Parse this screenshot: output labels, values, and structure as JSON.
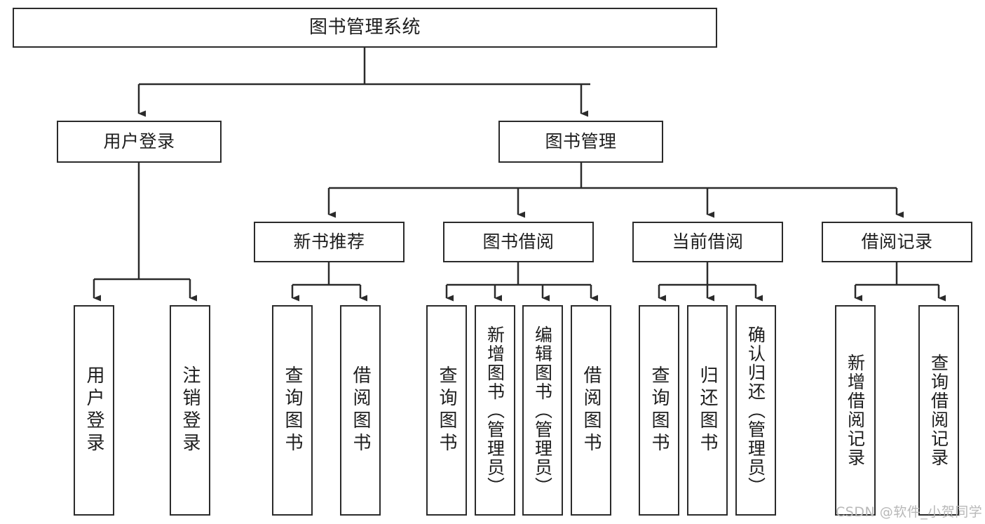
{
  "diagram": {
    "title": "图书管理系统",
    "watermark": "CSDN @软件_小贺同学",
    "colors": {
      "stroke": "#2b2b2b",
      "fill": "#ffffff",
      "text": "#1d1d1d",
      "watermark": "#b8b8b8"
    },
    "root": {
      "label": "图书管理系统"
    },
    "level1": [
      {
        "label": "用户登录"
      },
      {
        "label": "图书管理"
      }
    ],
    "level2": [
      {
        "label": "新书推荐"
      },
      {
        "label": "图书借阅"
      },
      {
        "label": "当前借阅"
      },
      {
        "label": "借阅记录"
      }
    ],
    "leaves": [
      {
        "label": "用户登录",
        "parent": "用户登录"
      },
      {
        "label": "注销登录",
        "parent": "用户登录"
      },
      {
        "label": "查询图书",
        "parent": "新书推荐"
      },
      {
        "label": "借阅图书",
        "parent": "新书推荐"
      },
      {
        "label": "查询图书",
        "parent": "图书借阅"
      },
      {
        "label": "新增图书（管理员）",
        "parent": "图书借阅"
      },
      {
        "label": "编辑图书（管理员）",
        "parent": "图书借阅"
      },
      {
        "label": "借阅图书",
        "parent": "图书借阅"
      },
      {
        "label": "查询图书",
        "parent": "当前借阅"
      },
      {
        "label": "归还图书",
        "parent": "当前借阅"
      },
      {
        "label": "确认归还（管理员）",
        "parent": "当前借阅"
      },
      {
        "label": "新增借阅记录",
        "parent": "借阅记录"
      },
      {
        "label": "查询借阅记录",
        "parent": "借阅记录"
      }
    ]
  },
  "chart_data": {
    "type": "diagram",
    "subtype": "tree",
    "title": "图书管理系统",
    "orientation": "top-down",
    "nodes": [
      {
        "id": "root",
        "label": "图书管理系统",
        "level": 0,
        "parent": null
      },
      {
        "id": "n1",
        "label": "用户登录",
        "level": 1,
        "parent": "root"
      },
      {
        "id": "n2",
        "label": "图书管理",
        "level": 1,
        "parent": "root"
      },
      {
        "id": "n3",
        "label": "新书推荐",
        "level": 2,
        "parent": "n2"
      },
      {
        "id": "n4",
        "label": "图书借阅",
        "level": 2,
        "parent": "n2"
      },
      {
        "id": "n5",
        "label": "当前借阅",
        "level": 2,
        "parent": "n2"
      },
      {
        "id": "n6",
        "label": "借阅记录",
        "level": 2,
        "parent": "n2"
      },
      {
        "id": "l1",
        "label": "用户登录",
        "level": 2,
        "parent": "n1"
      },
      {
        "id": "l2",
        "label": "注销登录",
        "level": 2,
        "parent": "n1"
      },
      {
        "id": "l3",
        "label": "查询图书",
        "level": 3,
        "parent": "n3"
      },
      {
        "id": "l4",
        "label": "借阅图书",
        "level": 3,
        "parent": "n3"
      },
      {
        "id": "l5",
        "label": "查询图书",
        "level": 3,
        "parent": "n4"
      },
      {
        "id": "l6",
        "label": "新增图书（管理员）",
        "level": 3,
        "parent": "n4"
      },
      {
        "id": "l7",
        "label": "编辑图书（管理员）",
        "level": 3,
        "parent": "n4"
      },
      {
        "id": "l8",
        "label": "借阅图书",
        "level": 3,
        "parent": "n4"
      },
      {
        "id": "l9",
        "label": "查询图书",
        "level": 3,
        "parent": "n5"
      },
      {
        "id": "l10",
        "label": "归还图书",
        "level": 3,
        "parent": "n5"
      },
      {
        "id": "l11",
        "label": "确认归还（管理员）",
        "level": 3,
        "parent": "n5"
      },
      {
        "id": "l12",
        "label": "新增借阅记录",
        "level": 3,
        "parent": "n6"
      },
      {
        "id": "l13",
        "label": "查询借阅记录",
        "level": 3,
        "parent": "n6"
      }
    ],
    "edges": [
      {
        "from": "root",
        "to": "n1"
      },
      {
        "from": "root",
        "to": "n2"
      },
      {
        "from": "n1",
        "to": "l1"
      },
      {
        "from": "n1",
        "to": "l2"
      },
      {
        "from": "n2",
        "to": "n3"
      },
      {
        "from": "n2",
        "to": "n4"
      },
      {
        "from": "n2",
        "to": "n5"
      },
      {
        "from": "n2",
        "to": "n6"
      },
      {
        "from": "n3",
        "to": "l3"
      },
      {
        "from": "n3",
        "to": "l4"
      },
      {
        "from": "n4",
        "to": "l5"
      },
      {
        "from": "n4",
        "to": "l6"
      },
      {
        "from": "n4",
        "to": "l7"
      },
      {
        "from": "n4",
        "to": "l8"
      },
      {
        "from": "n5",
        "to": "l9"
      },
      {
        "from": "n5",
        "to": "l10"
      },
      {
        "from": "n5",
        "to": "l11"
      },
      {
        "from": "n6",
        "to": "l12"
      },
      {
        "from": "n6",
        "to": "l13"
      }
    ]
  }
}
